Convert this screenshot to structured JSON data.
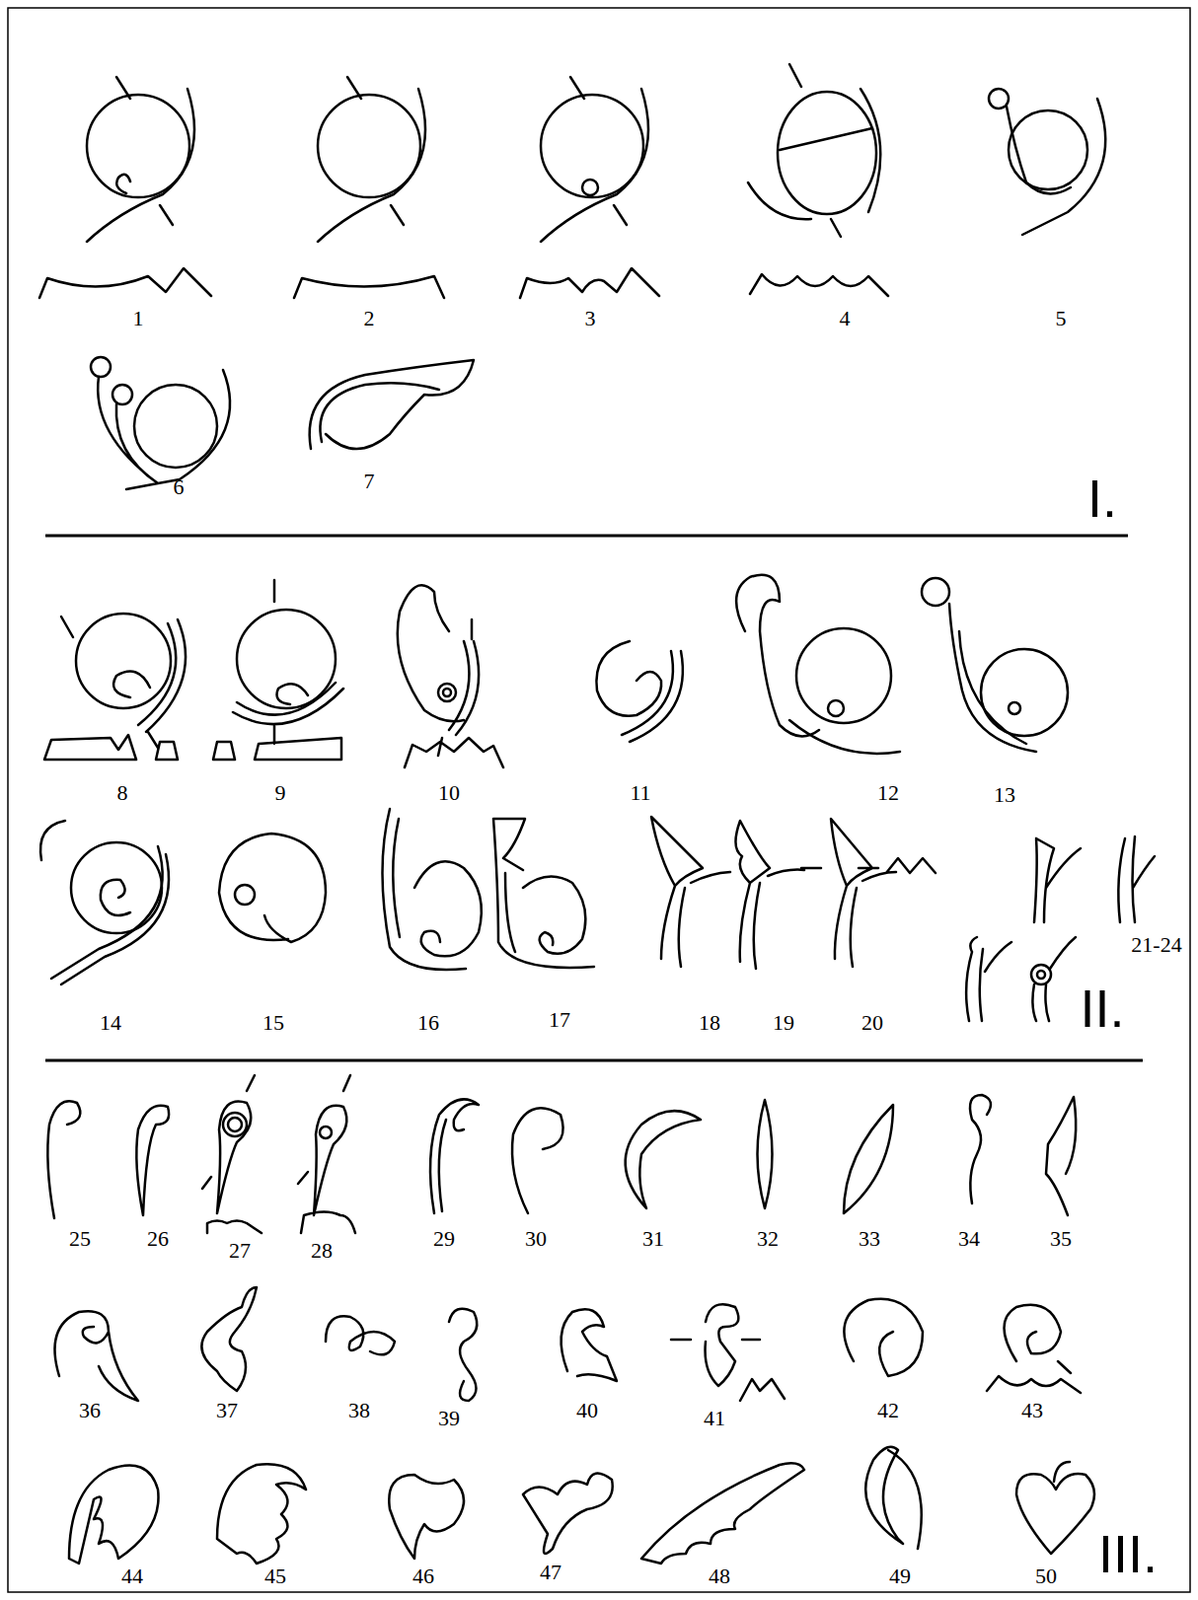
{
  "diagram": {
    "labels": [
      "1",
      "2",
      "3",
      "4",
      "5",
      "6",
      "7",
      "I.",
      "8",
      "9",
      "10",
      "11",
      "12",
      "13",
      "14",
      "15",
      "16",
      "17",
      "18",
      "19",
      "20",
      "21-24",
      "II.",
      "25",
      "26",
      "27",
      "28",
      "29",
      "30",
      "31",
      "32",
      "33",
      "34",
      "35",
      "36",
      "37",
      "38",
      "39",
      "40",
      "41",
      "42",
      "43",
      "44",
      "45",
      "46",
      "47",
      "48",
      "49",
      "50",
      "III."
    ]
  }
}
